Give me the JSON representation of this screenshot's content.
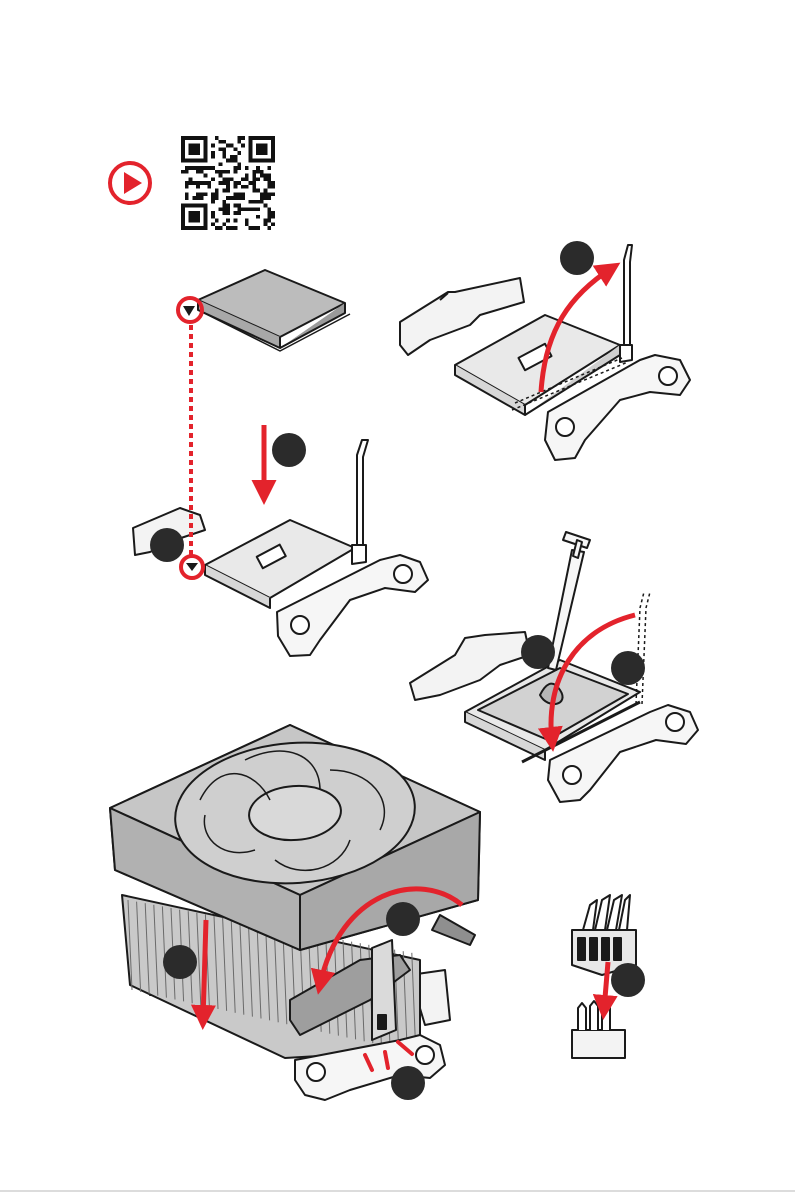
{
  "colors": {
    "accent_red": "#e3232c",
    "badge_dark": "#2b2b2b",
    "line_art": "#1a1a1a",
    "part_gray": "#bdbdbd",
    "part_light": "#ececec"
  },
  "icons": {
    "play": "play-circle-icon",
    "qr": "qr-code"
  },
  "steps": [
    {
      "id": "open-lever",
      "badge": "",
      "icon": "lever-up-arrow"
    },
    {
      "id": "insert-cpu",
      "badge": "",
      "icon": "down-arrow"
    },
    {
      "id": "align-triangle",
      "badge": "",
      "icon": "alignment-marker"
    },
    {
      "id": "apply-thermal-paste",
      "badge": "",
      "icon": "syringe"
    },
    {
      "id": "close-lever",
      "badge": "",
      "icon": "lever-down-arrow"
    },
    {
      "id": "place-cooler",
      "badge": "",
      "icon": "down-arrow"
    },
    {
      "id": "lock-cooler-lever",
      "badge": "",
      "icon": "rotate-arrow"
    },
    {
      "id": "hook-clip",
      "badge": "",
      "icon": "clip-marker"
    },
    {
      "id": "connect-fan-cable",
      "badge": "",
      "icon": "down-arrow"
    }
  ]
}
